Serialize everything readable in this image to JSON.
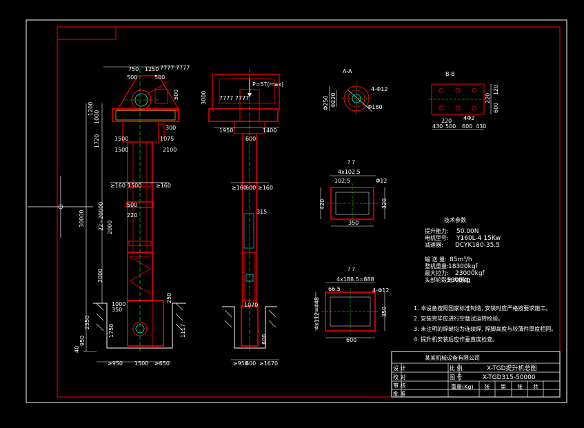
{
  "colors": {
    "background": "#000000",
    "outline": "#ff0000",
    "dimension": "#ffffff",
    "centerline": "#00ff00",
    "cyan": "#00ffff",
    "yellow": "#ffff00",
    "magenta": "#ff00ff"
  },
  "front_view": {
    "top_dims": [
      "750",
      "1250",
      "500",
      "500"
    ],
    "drive_note": "7777 7777",
    "left_stack": [
      "1200",
      "1000",
      "1720"
    ],
    "mid_dims": [
      "1500",
      "1075",
      "1500",
      "2100"
    ],
    "side_dims": [
      "300",
      "500"
    ],
    "flange_dims": [
      "≥160",
      "1500",
      "≥160"
    ],
    "height_total": "30000",
    "section_span": "22~20000",
    "module_dims": [
      "2000",
      "2000"
    ],
    "small_dims": [
      "220",
      "500"
    ],
    "base_dims": [
      "1000",
      "350",
      "2550",
      "950",
      "1750",
      "250",
      "1117",
      "40"
    ],
    "bottom_dims": [
      "≥950",
      "1500",
      "≥650"
    ]
  },
  "side_view": {
    "load_note": "P=5T(max)",
    "rail_note": "7777 7777",
    "top_dims": [
      "3000",
      "1950",
      "1400"
    ],
    "mid_label": "600",
    "flange_dims": [
      "≥160",
      "600",
      "≥160"
    ],
    "note_315": "315",
    "pit_dims": [
      "1070",
      "800"
    ],
    "bottom_dims": [
      "≥950",
      "600",
      "≥1670"
    ]
  },
  "detail_round": {
    "title": "A-A",
    "dims": [
      "Φ250",
      "Φ220",
      "4-Φ12",
      "Φ180"
    ]
  },
  "detail_plate": {
    "title": "B-B",
    "dims": [
      "120",
      "220",
      "600",
      "220",
      "4Φ2",
      "430",
      "500",
      "600",
      "430"
    ]
  },
  "detail_section1": {
    "title": "?  ?",
    "dims": [
      "4x102.5",
      "102.5",
      "Φ12",
      "420",
      "320",
      "350"
    ]
  },
  "detail_section2": {
    "title": "?  ?",
    "dims": [
      "4x188.5=888",
      "66.5",
      "4-Φ12",
      "4x112=448",
      "350",
      "600"
    ]
  },
  "spec_title": "技术参数",
  "specs": [
    {
      "label": "提升能力:",
      "value": "50.00N"
    },
    {
      "label": "电机型号:",
      "value": "Y160L-4      15Kw"
    },
    {
      "label": "减速器:",
      "value": "DCYK180-35.5"
    },
    {
      "label": "输 送 量:",
      "value": "85m³/h"
    },
    {
      "label": "整机重量:",
      "value": "18300kgf"
    },
    {
      "label": "最大拉力:",
      "value": "23000kgf"
    },
    {
      "label": "头部轮毂允许载荷:",
      "value": "5000kg"
    }
  ],
  "notes": [
    "1. 本设备按照国家标准制造, 安装时应严格按要求施工。",
    "2. 安装完毕应进行空载试运转检验。",
    "3. 未注明的焊缝均为连续焊, 焊脚高度与较薄件厚度相同。",
    "4. 提升机安装后应作垂直度检查。"
  ],
  "title_block": {
    "company": "某某机械设备有限公司",
    "drawing_name": "X-TGD提升机总图",
    "model": "X-TGD315-50000",
    "weight_label": "重量(Kg)",
    "rows": [
      "设 计",
      "校 对",
      "审 核",
      "批 准"
    ],
    "row_right": [
      "比 例",
      "图 号"
    ],
    "cells": [
      "张",
      "第",
      "张",
      "共"
    ]
  }
}
